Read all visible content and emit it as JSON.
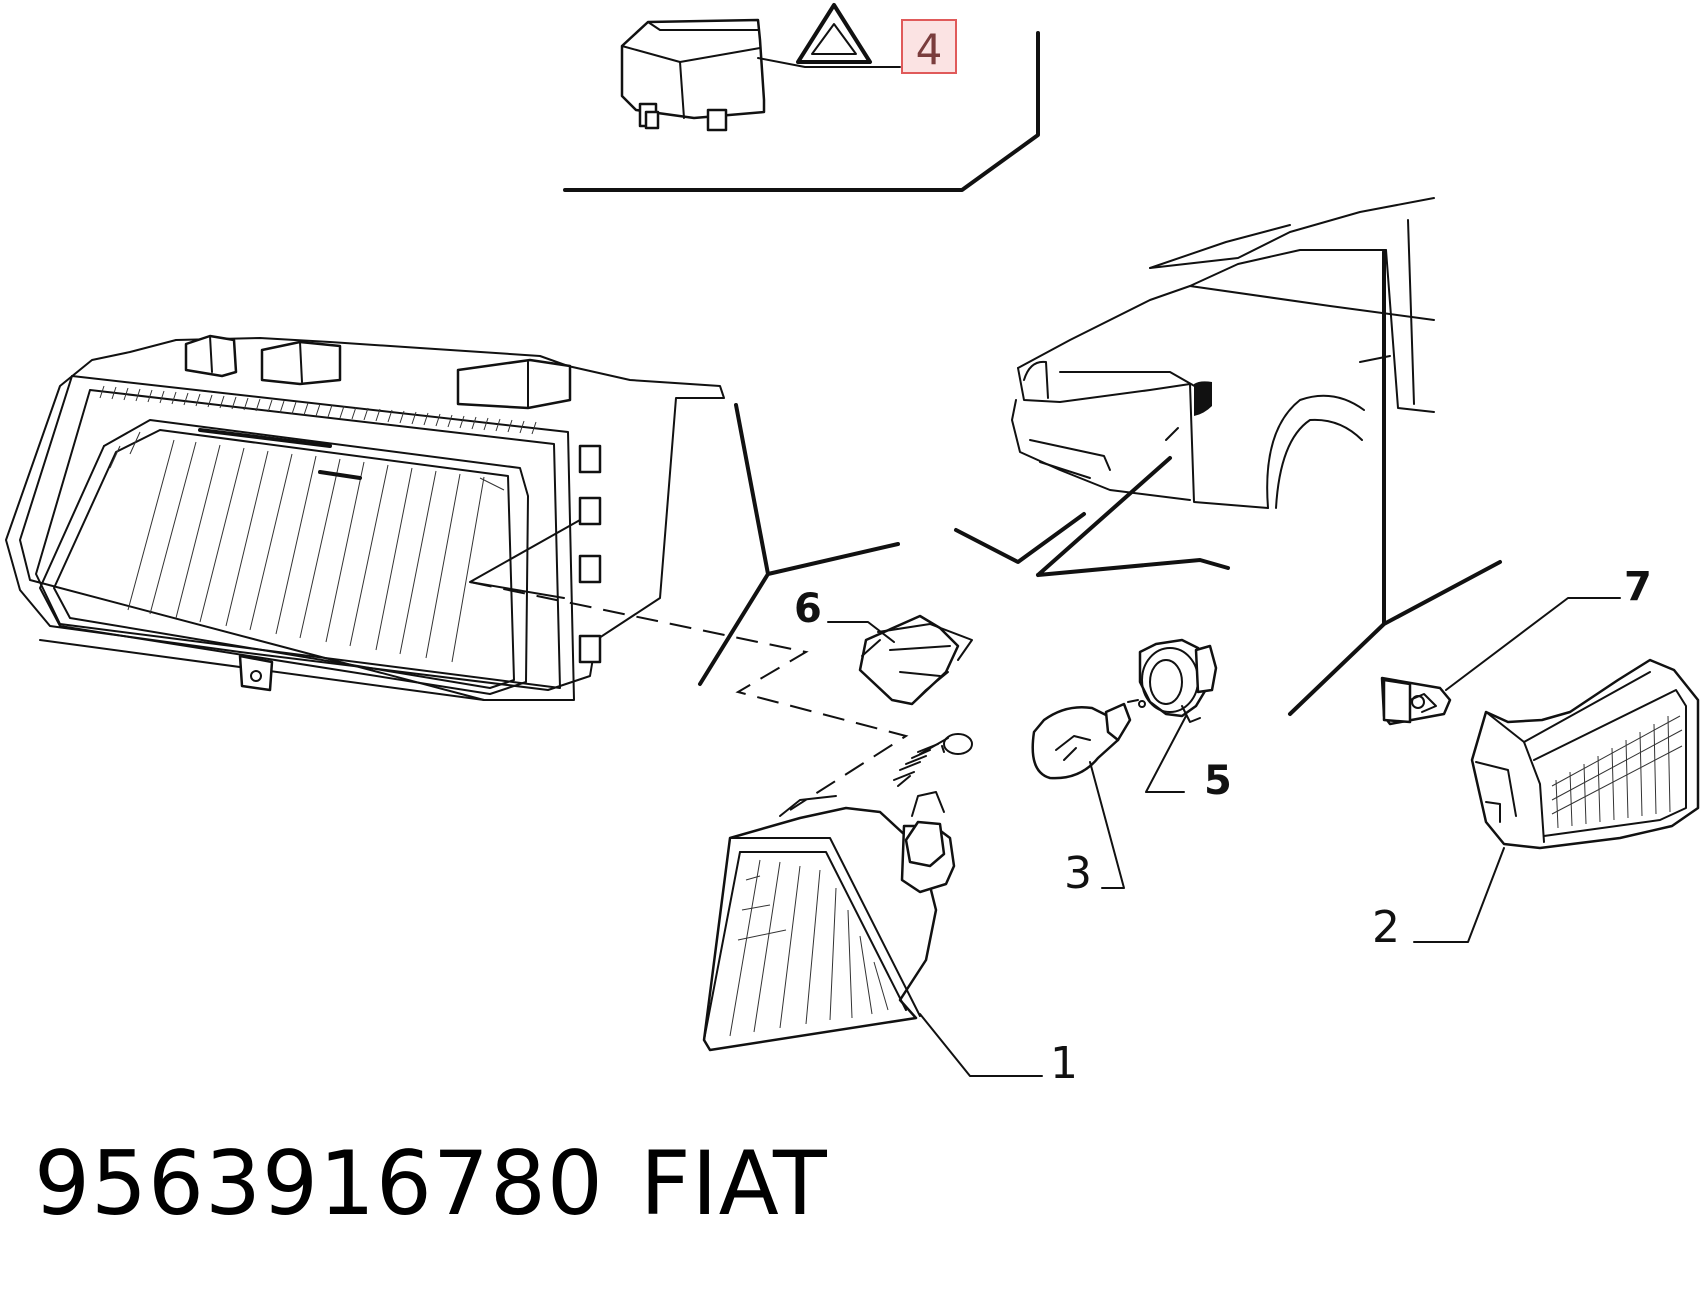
{
  "callouts": {
    "c1": "1",
    "c2": "2",
    "c3": "3",
    "c4": "4",
    "c5": "5",
    "c6": "6",
    "c7": "7"
  },
  "caption": {
    "part_number": "9563916780",
    "brand": "FIAT"
  },
  "colors": {
    "line": "#111111",
    "highlight_box": "#e05a5a",
    "highlight_text": "#7a3d3d",
    "background": "#ffffff"
  },
  "icons": {
    "warning": "hazard-triangle-icon"
  }
}
